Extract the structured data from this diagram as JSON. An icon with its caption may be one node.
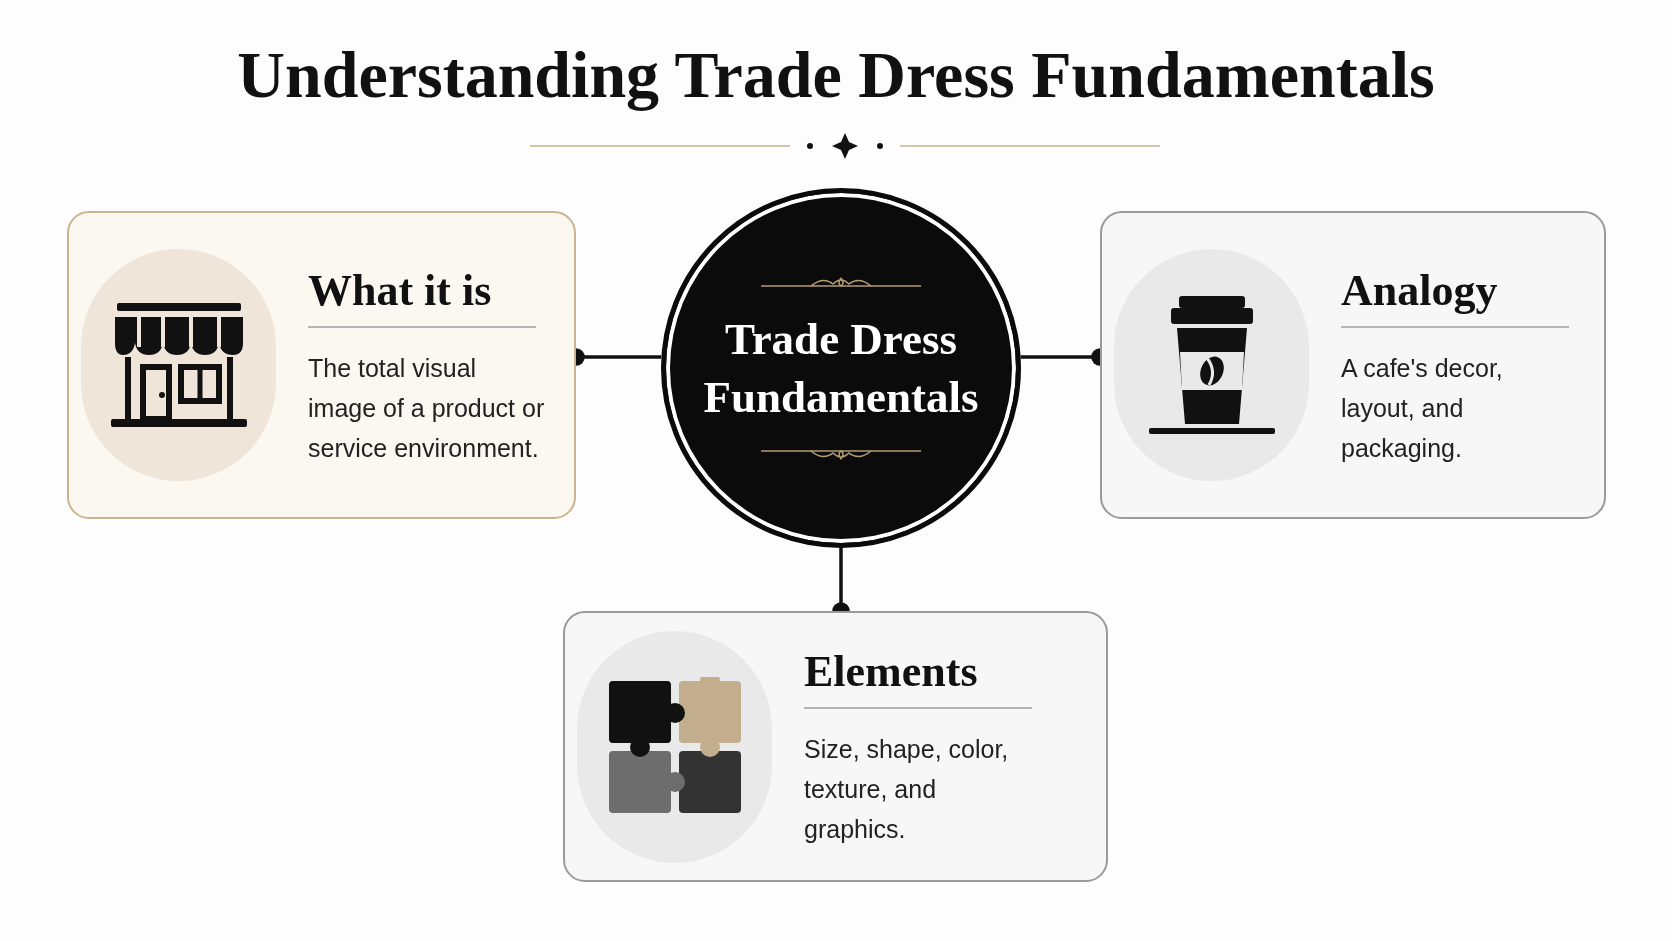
{
  "diagram": {
    "title": "Understanding Trade Dress Fundamentals",
    "nodes": [
      {
        "text": [
          "Trade Dress Fundamentals"
        ]
      },
      {
        "text": [
          "What it is",
          "The total visual image of a product or service environment."
        ]
      },
      {
        "text": [
          "Analogy",
          "A cafe's decor, layout, and packaging."
        ]
      },
      {
        "text": [
          "Elements",
          "Size, shape, color, texture, and graphics."
        ]
      }
    ],
    "edges": [
      {
        "from": 0,
        "to": 1,
        "arrow": "other"
      },
      {
        "from": 0,
        "to": 2,
        "arrow": "other"
      },
      {
        "from": 0,
        "to": 3,
        "arrow": "other"
      }
    ]
  }
}
